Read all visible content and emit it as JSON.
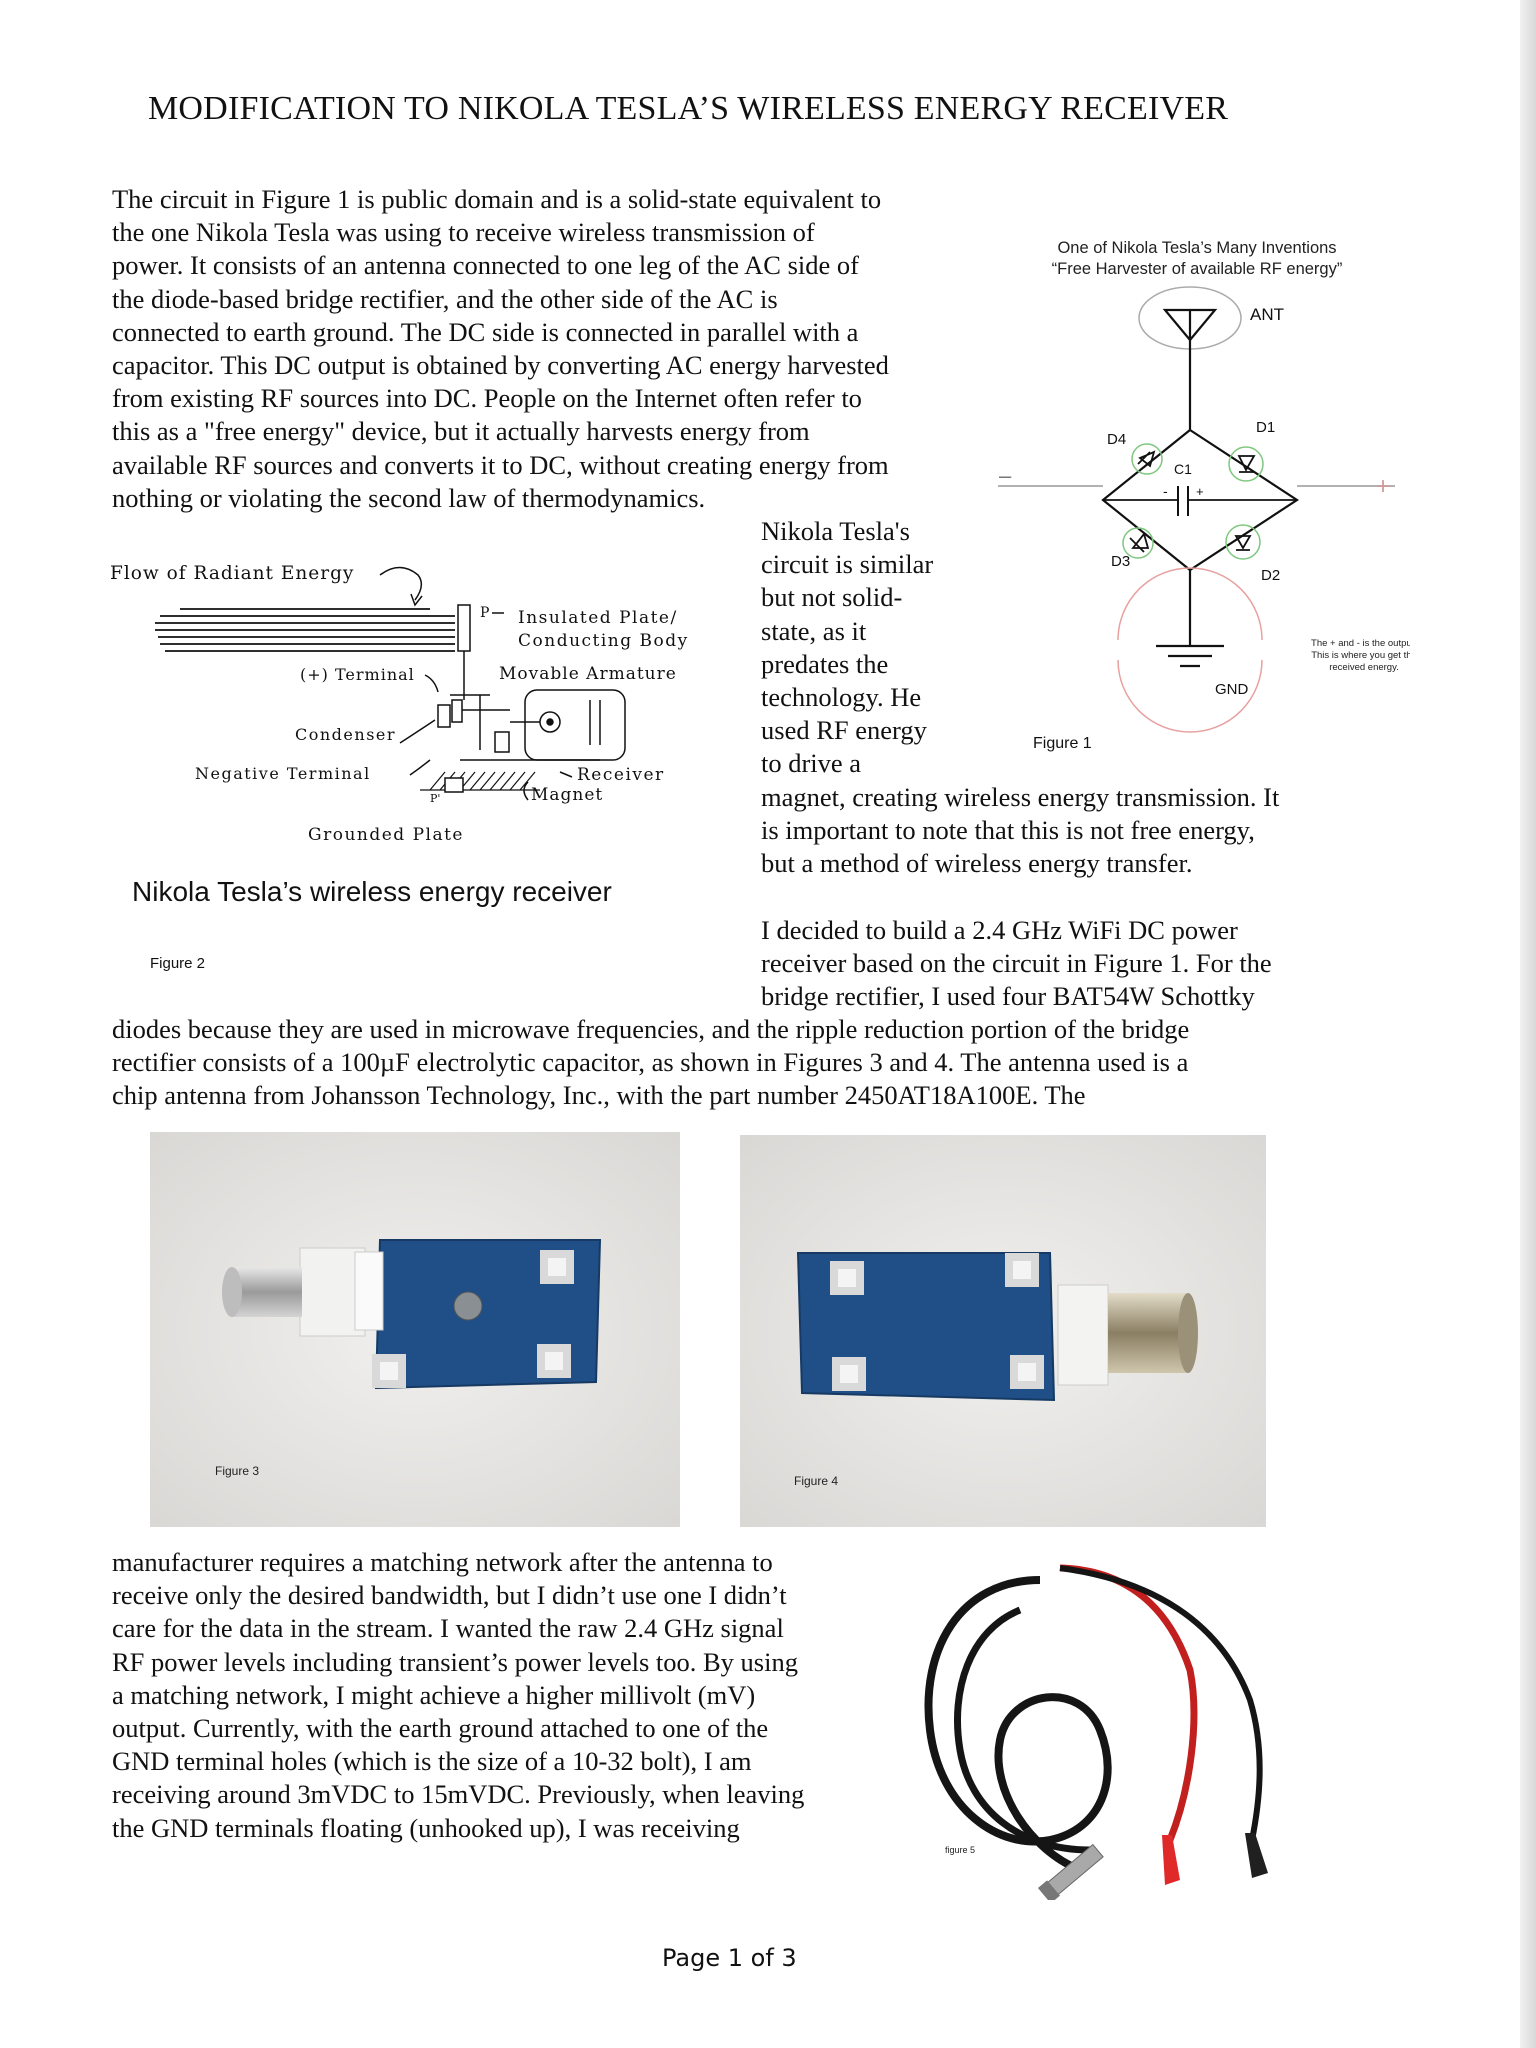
{
  "title": "MODIFICATION TO NIKOLA TESLA’S WIRELESS ENERGY RECEIVER",
  "intro_lines": [
    "The circuit in Figure 1 is public domain and is a solid-state equivalent to",
    "the one Nikola Tesla was using to receive wireless transmission of",
    "power. It consists of an antenna connected to one leg of the AC side of",
    "the diode-based bridge rectifier, and the other side of the AC is",
    "connected to earth ground. The DC side is connected in parallel with a",
    "capacitor. This DC output is obtained by converting AC energy harvested",
    "from existing RF sources into DC. People on the Internet often refer to",
    "this as a \"free energy\" device, but it actually harvests energy from",
    "available RF sources and converts it to DC, without creating energy from",
    "nothing or violating the second law of thermodynamics."
  ],
  "col_lines": [
    "Nikola Tesla's",
    "circuit is similar",
    "but not solid-",
    "state, as it",
    "predates the",
    "technology. He",
    "used RF energy",
    "to drive a",
    "magnet, creating wireless energy transmission. It",
    "is important to note that this is not free energy,",
    "but a method of wireless energy transfer."
  ],
  "para2_lines": [
    "I decided to build a 2.4 GHz WiFi DC power",
    "receiver based on the circuit in Figure 1. For the",
    "bridge rectifier, I used four BAT54W Schottky"
  ],
  "full_lines": [
    "diodes because they are used in microwave frequencies, and the ripple reduction portion of the bridge",
    "rectifier consists of a 100µF electrolytic capacitor, as shown in Figures 3 and 4. The antenna used is a",
    "chip antenna from Johansson Technology, Inc., with the part number 2450AT18A100E. The"
  ],
  "bottom_lines": [
    "manufacturer requires a matching network after the antenna to",
    "receive only the desired bandwidth, but I didn’t use one I didn’t",
    "care for the data in the stream.  I wanted the raw 2.4 GHz signal",
    "RF power levels including transient’s power levels too. By using",
    "a matching network, I might achieve a higher millivolt (mV)",
    "output. Currently, with the earth ground attached to one of the",
    "GND terminal holes (which is the size of a 10-32 bolt), I am",
    "receiving around 3mVDC to 15mVDC. Previously, when leaving",
    "the GND terminals floating (unhooked up), I was receiving"
  ],
  "fig1": {
    "header1": "One of Nikola Tesla’s Many Inventions",
    "header2": "“Free Harvester of available RF energy”",
    "ant": "ANT",
    "d1": "D1",
    "d2": "D2",
    "d3": "D3",
    "d4": "D4",
    "c1": "C1",
    "gnd": "GND",
    "minus": "–",
    "plus": "+",
    "note1": "The + and - is the output.",
    "note2": "This is where you get the",
    "note3": "received energy.",
    "caption": "Figure 1"
  },
  "fig2": {
    "flow": "Flow of Radiant Energy",
    "insulated": "Insulated Plate/",
    "conducting": "Conducting Body",
    "terminal_pos": "(+) Terminal",
    "movable": "Movable Armature",
    "condenser": "Condenser",
    "neg_terminal": "Negative Terminal",
    "receiver": "Receiver",
    "magnet": "Magnet",
    "grounded": "Grounded Plate",
    "title": "Nikola Tesla’s wireless energy receiver",
    "caption": "Figure 2"
  },
  "fig3": {
    "caption": "Figure 3"
  },
  "fig4": {
    "caption": "Figure 4"
  },
  "fig5": {
    "caption": "figure 5"
  },
  "footer": "Page 1 of 3"
}
